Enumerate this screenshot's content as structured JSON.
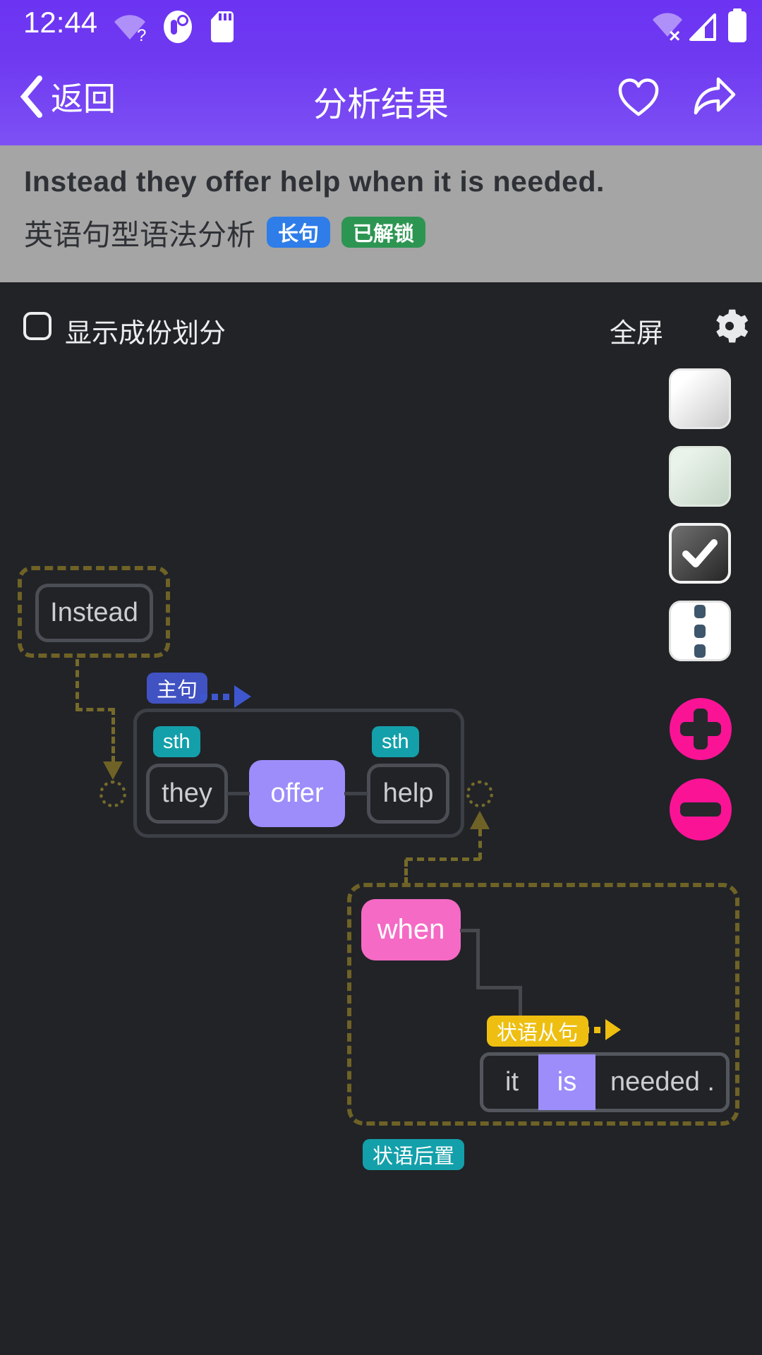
{
  "status_bar": {
    "time": "12:44"
  },
  "app_bar": {
    "back_label": "返回",
    "title": "分析结果"
  },
  "banner": {
    "sentence": "Instead they offer help when it is needed.",
    "subtitle": "英语句型语法分析",
    "badges": [
      {
        "label": "长句",
        "color": "#2e7de9"
      },
      {
        "label": "已解锁",
        "color": "#2d9552"
      }
    ]
  },
  "toolbar": {
    "checkbox_label": "显示成份划分",
    "checkbox_checked": false,
    "fullscreen_label": "全屏"
  },
  "side_tools": {
    "theme_options": [
      "light",
      "green",
      "dark-selected"
    ],
    "more_button": "vertical-ellipsis",
    "zoom_in": "+",
    "zoom_out": "−"
  },
  "diagram": {
    "instead_word": "Instead",
    "main_clause": {
      "label": "主句",
      "items": [
        {
          "tag": "sth",
          "word": "they"
        },
        {
          "word": "offer",
          "highlight": true
        },
        {
          "tag": "sth",
          "word": "help"
        }
      ]
    },
    "sub_clause": {
      "conjunction": "when",
      "label": "状语从句",
      "words": [
        "it",
        "is",
        "needed ."
      ],
      "footer": "状语后置"
    }
  },
  "colors": {
    "header_purple": "#6c34f2",
    "banner_gray": "#a5a5a5",
    "canvas_dark": "#212327",
    "accent_pink": "#fb1396",
    "node_purple": "#9c8dfb",
    "node_pink": "#f56ac5",
    "tag_teal": "#13a0aa",
    "label_indigo": "#4152c2",
    "label_yellow": "#eebf10",
    "dash_olive": "#6f6226",
    "badge_blue": "#2e7de9",
    "badge_green": "#2d9552"
  }
}
